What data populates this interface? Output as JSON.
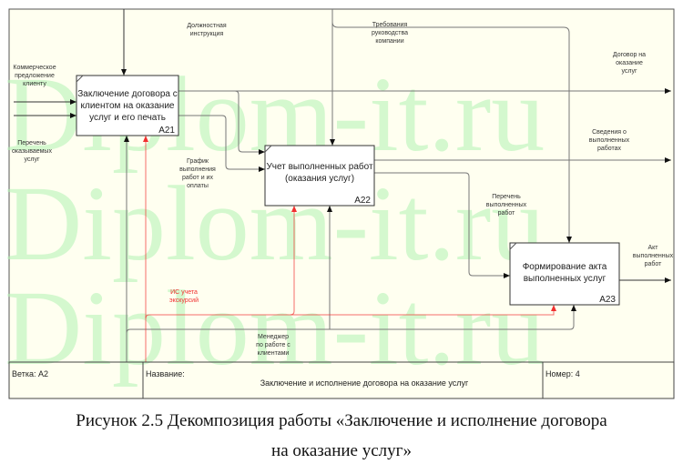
{
  "watermark": "Diplom-it.ru",
  "boxes": [
    {
      "id": "A21",
      "title_lines": [
        "Заключение договора с",
        "клиентом на оказание",
        "услуг и его печать"
      ]
    },
    {
      "id": "A22",
      "title_lines": [
        "Учет выполненных работ",
        "(оказания услуг)"
      ]
    },
    {
      "id": "A23",
      "title_lines": [
        "Формирование акта",
        "выполненных услуг"
      ]
    }
  ],
  "labels": {
    "instruction": [
      "Должностная",
      "инструкция"
    ],
    "requirements": [
      "Требования",
      "руководства",
      "компании"
    ],
    "commercial": [
      "Коммерческое",
      "предложение",
      "клиенту"
    ],
    "services_list": [
      "Перечень",
      "оказываемых",
      "услуг"
    ],
    "contract": [
      "Договор на",
      "оказание",
      "услуг"
    ],
    "info": [
      "Сведения о",
      "выполненных",
      "работах"
    ],
    "schedule": [
      "График",
      "выполнения",
      "работ и их",
      "оплаты"
    ],
    "works_list": [
      "Перечень",
      "выполненных",
      "работ"
    ],
    "act": [
      "Акт",
      "выполненных",
      "работ"
    ],
    "is": [
      "ИС учета",
      "экскурсий"
    ],
    "manager": [
      "Менеджер",
      "по работе с",
      "клиентами"
    ]
  },
  "footer": {
    "branch": "Ветка: A2",
    "name_label": "Название:",
    "name": "Заключение и исполнение договора на оказание услуг",
    "number": "Номер: 4"
  },
  "caption": [
    "Рисунок 2.5 Декомпозиция работы «Заключение и исполнение договора",
    "на оказание услуг»"
  ],
  "colors": {
    "background": "#fffff0",
    "mechanism_red": "#f03030",
    "watermark": "#b8f5b8"
  }
}
